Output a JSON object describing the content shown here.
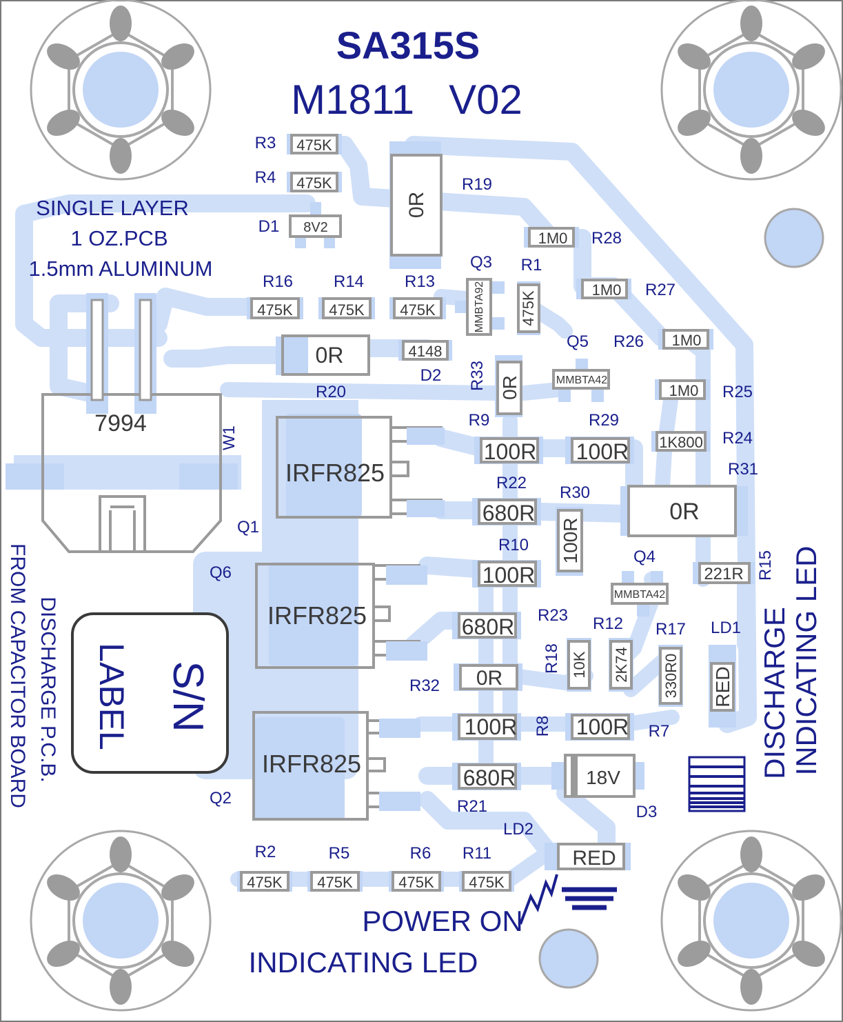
{
  "board": {
    "title": "SA315S",
    "subtitle": "M1811   V02",
    "notes": [
      "SINGLE LAYER",
      "1 OZ.PCB",
      "1.5mm ALUMINUM"
    ],
    "left_caption": [
      "DISCHARGE P.C.B.",
      "FROM CAPACITOR BOARD"
    ],
    "right_caption": [
      "DISCHARGE",
      "INDICATING LED"
    ],
    "bottom_caption": [
      "POWER ON",
      "INDICATING LED"
    ],
    "label_box": [
      "S/N",
      "LABEL"
    ],
    "colors": {
      "copper": "#cfdff8",
      "pad": "#c2d6f6",
      "text": "#1a1f8c",
      "silk": "#9a9a9a"
    }
  },
  "components": {
    "R3": {
      "ref": "R3",
      "value": "475K"
    },
    "R4": {
      "ref": "R4",
      "value": "475K"
    },
    "D1": {
      "ref": "D1",
      "value": "8V2"
    },
    "R19": {
      "ref": "R19",
      "value": "0R"
    },
    "R28": {
      "ref": "R28",
      "value": "1M0"
    },
    "Q3": {
      "ref": "Q3",
      "value": "MMBTA92"
    },
    "R1": {
      "ref": "R1",
      "value": "475K"
    },
    "R27": {
      "ref": "R27",
      "value": "1M0"
    },
    "R16": {
      "ref": "R16",
      "value": "475K"
    },
    "R14": {
      "ref": "R14",
      "value": "475K"
    },
    "R13": {
      "ref": "R13",
      "value": "475K"
    },
    "R20": {
      "ref": "R20",
      "value": "0R"
    },
    "D2": {
      "ref": "D2",
      "value": "4148"
    },
    "Q5": {
      "ref": "Q5",
      "value": "MMBTA42"
    },
    "R26": {
      "ref": "R26",
      "value": "1M0"
    },
    "R33": {
      "ref": "R33",
      "value": "0R"
    },
    "R25": {
      "ref": "R25",
      "value": "1M0"
    },
    "W1": {
      "ref": "W1",
      "value": "7994"
    },
    "R9": {
      "ref": "R9",
      "value": "100R"
    },
    "R29": {
      "ref": "R29",
      "value": "100R"
    },
    "R24": {
      "ref": "R24",
      "value": "1K800"
    },
    "Q1": {
      "ref": "Q1",
      "value": "IRFR825"
    },
    "R31": {
      "ref": "R31",
      "value": "0R"
    },
    "R22": {
      "ref": "R22",
      "value": "680R"
    },
    "R30": {
      "ref": "R30",
      "value": "100R"
    },
    "R10": {
      "ref": "R10",
      "value": "100R"
    },
    "Q6": {
      "ref": "Q6",
      "value": "IRFR825"
    },
    "Q4": {
      "ref": "Q4",
      "value": "MMBTA42"
    },
    "R15": {
      "ref": "R15",
      "value": "221R"
    },
    "R23": {
      "ref": "R23",
      "value": "680R"
    },
    "R12": {
      "ref": "R12",
      "value": "2K74"
    },
    "R18": {
      "ref": "R18",
      "value": "10K"
    },
    "R17": {
      "ref": "R17",
      "value": "330R0"
    },
    "LD1": {
      "ref": "LD1",
      "value": "RED"
    },
    "R32": {
      "ref": "R32",
      "value": "0R"
    },
    "R8": {
      "ref": "R8",
      "value": "100R"
    },
    "R7": {
      "ref": "R7",
      "value": "100R"
    },
    "Q2": {
      "ref": "Q2",
      "value": "IRFR825"
    },
    "R21": {
      "ref": "R21",
      "value": "680R"
    },
    "D3": {
      "ref": "D3",
      "value": "18V"
    },
    "LD2": {
      "ref": "LD2",
      "value": "RED"
    },
    "R2": {
      "ref": "R2",
      "value": "475K"
    },
    "R5": {
      "ref": "R5",
      "value": "475K"
    },
    "R6": {
      "ref": "R6",
      "value": "475K"
    },
    "R11": {
      "ref": "R11",
      "value": "475K"
    }
  }
}
